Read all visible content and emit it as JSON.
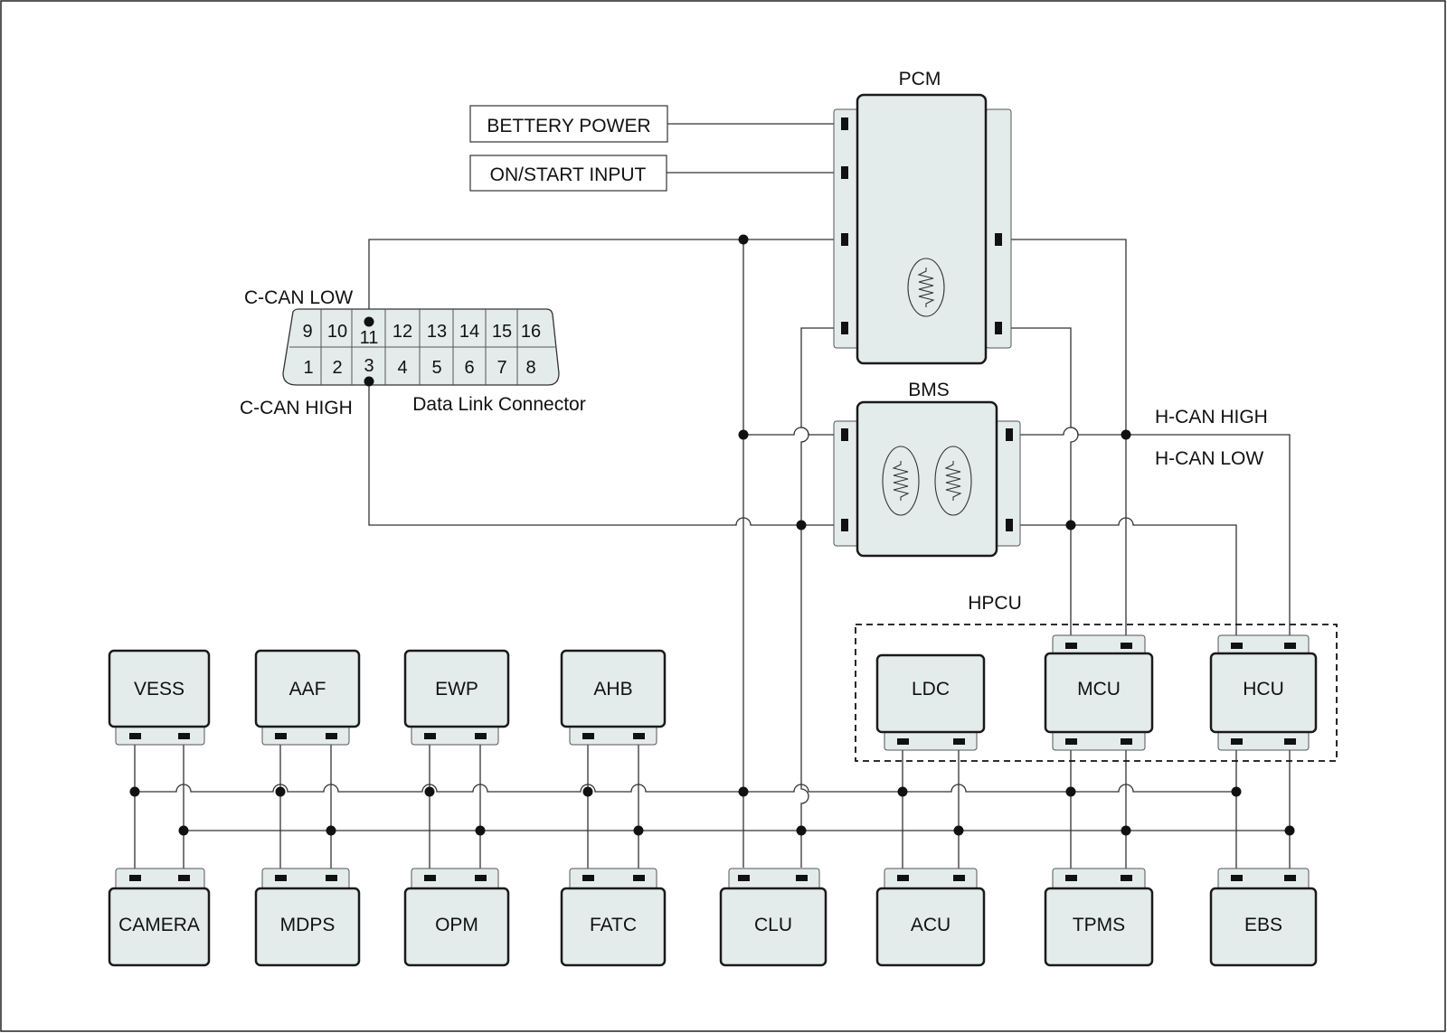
{
  "colors": {
    "module_fill": "#e4ebeb",
    "wire": "#333333",
    "background": "#ffffff"
  },
  "inputs": {
    "battery": "BETTERY POWER",
    "on_start": "ON/START INPUT"
  },
  "modules": {
    "pcm": "PCM",
    "bms": "BMS",
    "vess": "VESS",
    "aaf": "AAF",
    "ewp": "EWP",
    "ahb": "AHB",
    "ldc": "LDC",
    "mcu": "MCU",
    "hcu": "HCU",
    "camera": "CAMERA",
    "mdps": "MDPS",
    "opm": "OPM",
    "fatc": "FATC",
    "clu": "CLU",
    "acu": "ACU",
    "tpms": "TPMS",
    "ebs": "EBS"
  },
  "dlc": {
    "top_pins": [
      "9",
      "10",
      "11",
      "12",
      "13",
      "14",
      "15",
      "16"
    ],
    "bottom_pins": [
      "1",
      "2",
      "3",
      "4",
      "5",
      "6",
      "7",
      "8"
    ],
    "caption": "Data Link Connector"
  },
  "labels": {
    "c_can_low": "C-CAN LOW",
    "c_can_high": "C-CAN HIGH",
    "h_can_high": "H-CAN HIGH",
    "h_can_low": "H-CAN LOW",
    "hpcu": "HPCU"
  }
}
